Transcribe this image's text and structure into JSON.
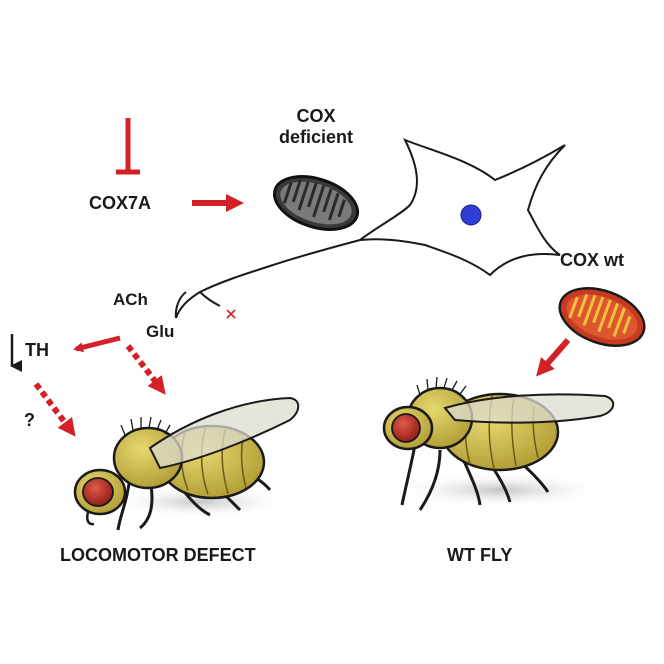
{
  "labels": {
    "cox_deficient": [
      "COX",
      "deficient"
    ],
    "cox7a": "COX7A",
    "cox_wt": "COX wt",
    "ach": "ACh",
    "glu": "Glu",
    "th": "TH",
    "question": "?",
    "locomotor_defect": "LOCOMOTOR DEFECT",
    "wt_fly": "WT FLY"
  },
  "colors": {
    "arrow_red": "#d42027",
    "text": "#1a1a1a",
    "mito_deficient": "#6e6e6e",
    "mito_wt": "#d94a2c",
    "mito_wt_cristae": "#f2c23a",
    "nucleus": "#2f3fd6",
    "fly_body": "#c9b33a",
    "fly_eye": "#b3261e",
    "wing": "#dcdcd0"
  },
  "icons": {
    "inhibition": "t-bar-inhibition-icon",
    "neuron": "neuron-icon",
    "mitochondrion_deficient": "mitochondrion-icon",
    "mitochondrion_wt": "mitochondrion-icon",
    "fly": "fruit-fly-icon"
  }
}
